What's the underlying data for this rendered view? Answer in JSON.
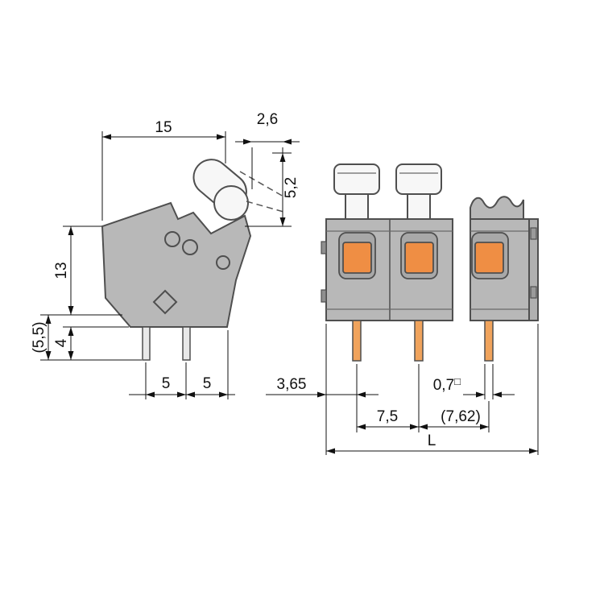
{
  "drawing": {
    "title": "terminal-block-dimension-drawing"
  },
  "side_view": {
    "dims": {
      "width": "15",
      "tip_width": "2,6",
      "tip_height": "5,2",
      "height": "13",
      "lower_height": "(5,5)",
      "pin_length": "4",
      "pin_spacing_left": "5",
      "pin_spacing_right": "5"
    }
  },
  "front_view": {
    "dims": {
      "edge_to_first_pin": "3,65",
      "pin_cross_section": "0,7",
      "pin_cross_section_symbol": "□",
      "pole_pitch": "7,5",
      "pole_pitch_alt": "(7,62)",
      "overall_length": "L"
    }
  },
  "colors": {
    "housing_gray": "#b8b8b8",
    "detail_gray": "#a8a8a8",
    "outline_gray": "#4f4f4f",
    "actuator_white": "#f7f7f7",
    "button_orange": "#ef8e44",
    "pin_orange": "#f0a35c",
    "dimension_line": "#111111",
    "background": "#ffffff"
  }
}
